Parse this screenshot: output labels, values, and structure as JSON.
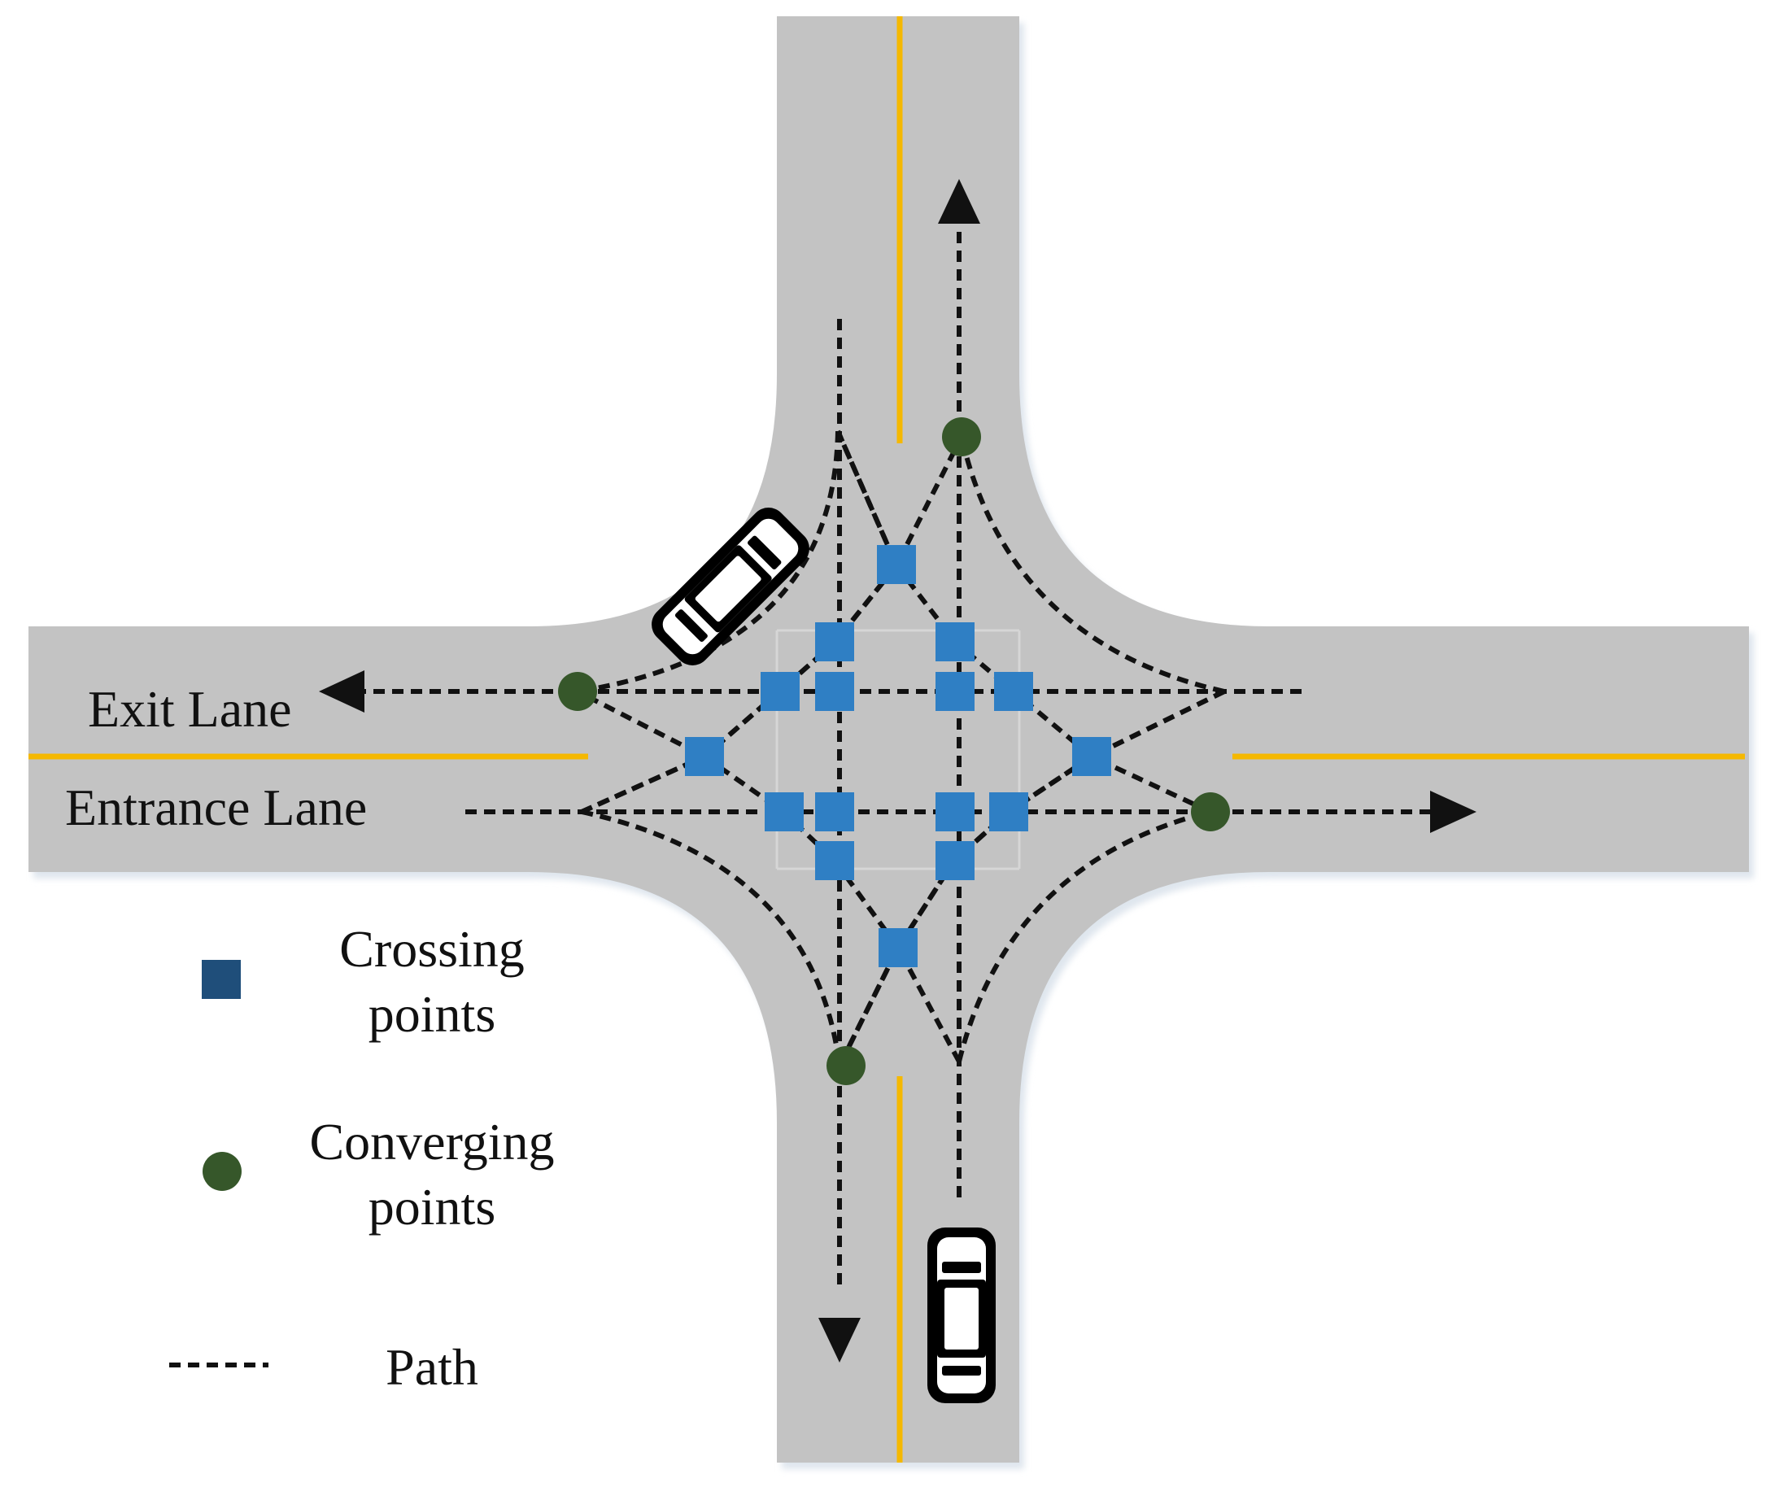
{
  "labels": {
    "exit_lane": "Exit Lane",
    "entrance_lane": "Entrance Lane"
  },
  "legend": {
    "crossing_line1": "Crossing",
    "crossing_line2": "points",
    "converging_line1": "Converging",
    "converging_line2": "points",
    "path": "Path"
  },
  "colors": {
    "road": "#c3c3c3",
    "center_line": "#f5b800",
    "crossing_point": "#2f7fc4",
    "crossing_legend": "#1f4e7a",
    "converging_point": "#36572a",
    "path": "#111111"
  },
  "icons": {
    "car": "car-top-view-icon",
    "arrow": "arrowhead-icon"
  }
}
